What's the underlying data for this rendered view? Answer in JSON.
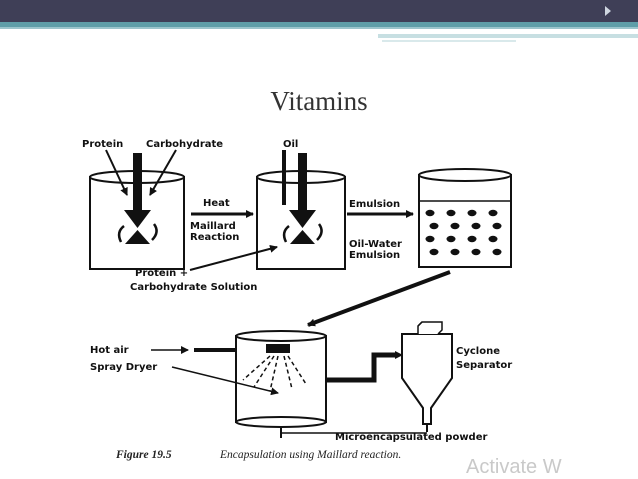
{
  "slide": {
    "title": "Vitamins"
  },
  "figure": {
    "labels": {
      "protein": "Protein",
      "carbohydrate": "Carbohydrate",
      "oil": "Oil",
      "heat": "Heat",
      "maillard_1": "Maillard",
      "maillard_2": "Reaction",
      "emulsion": "Emulsion",
      "oil_water_1": "Oil-Water",
      "oil_water_2": "Emulsion",
      "pc_solution_1": "Protein +",
      "pc_solution_2": "Carbohydrate Solution",
      "hot_air": "Hot air",
      "spray_dryer": "Spray Dryer",
      "cyclone_1": "Cyclone",
      "cyclone_2": "Separator",
      "powder": "Microencapsulated powder"
    },
    "caption_number": "Figure 19.5",
    "caption_text": "Encapsulation using Maillard reaction."
  },
  "watermark": "Activate W"
}
